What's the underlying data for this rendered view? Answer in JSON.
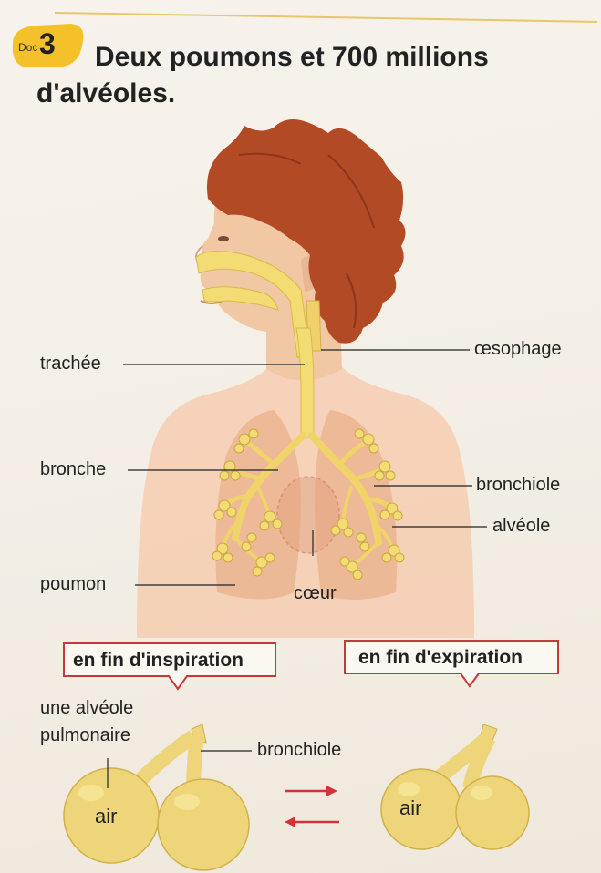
{
  "doc_badge": {
    "prefix": "Doc",
    "number": "3"
  },
  "title": {
    "line1": "Deux poumons et 700 millions",
    "line2": "d'alvéoles."
  },
  "labels": {
    "trachee": "trachée",
    "oesophage": "œsophage",
    "bronche": "bronche",
    "bronchiole": "bronchiole",
    "alveole": "alvéole",
    "poumon": "poumon",
    "coeur": "cœur"
  },
  "lower": {
    "inspiration_title": "en fin d'inspiration",
    "expiration_title": "en fin d'expiration",
    "alveole_label_line1": "une alvéole",
    "alveole_label_line2": "pulmonaire",
    "bronchiole_label": "bronchiole",
    "air_left": "air",
    "air_right": "air"
  },
  "colors": {
    "hair": "#b24a25",
    "skin": "#f2c7a3",
    "airway": "#f3dc73",
    "alveoli": "#eed57a",
    "lung": "#e9b08c",
    "arrow": "#d2323a",
    "box_border": "#c43a3a"
  }
}
